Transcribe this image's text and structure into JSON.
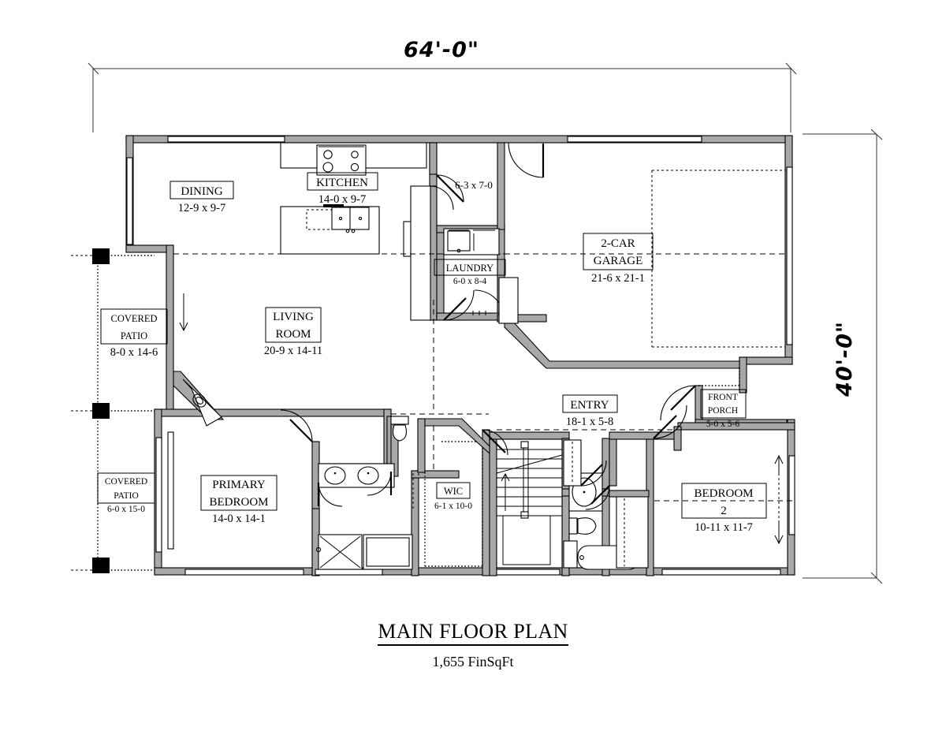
{
  "sheet": {
    "title": "MAIN FLOOR PLAN",
    "subtitle": "1,655 FinSqFt"
  },
  "dimensions": {
    "overall_width": "64'-0\"",
    "overall_depth": "40'-0\""
  },
  "rooms": [
    {
      "key": "dining",
      "name": "DINING",
      "size": "12-9 x 9-7",
      "boxed": true
    },
    {
      "key": "kitchen",
      "name": "KITCHEN",
      "size": "14-0 x 9-7",
      "boxed": true
    },
    {
      "key": "mudroom",
      "name": "",
      "size": "6-3 x 7-0",
      "boxed": false
    },
    {
      "key": "garage",
      "name": "2-CAR GARAGE",
      "size": "21-6 x 21-1",
      "boxed": true
    },
    {
      "key": "laundry",
      "name": "LAUNDRY",
      "size": "6-0 x 8-4",
      "boxed": true
    },
    {
      "key": "living",
      "name": "LIVING ROOM",
      "size": "20-9 x 14-11",
      "boxed": true
    },
    {
      "key": "patio_upper",
      "name": "COVERED PATIO",
      "size": "8-0 x 14-6",
      "boxed": true
    },
    {
      "key": "patio_lower",
      "name": "COVERED PATIO",
      "size": "6-0 x 15-0",
      "boxed": true
    },
    {
      "key": "primary",
      "name": "PRIMARY BEDROOM",
      "size": "14-0 x 14-1",
      "boxed": true
    },
    {
      "key": "wic",
      "name": "WIC",
      "size": "6-1 x 10-0",
      "boxed": true
    },
    {
      "key": "entry",
      "name": "ENTRY",
      "size": "18-1 x 5-8",
      "boxed": true
    },
    {
      "key": "front_porch",
      "name": "FRONT PORCH",
      "size": "5-0 x 5-6",
      "boxed": true
    },
    {
      "key": "bedroom2",
      "name": "BEDROOM 2",
      "size": "10-11 x 11-7",
      "boxed": true
    }
  ],
  "labels": {
    "dining_name": "DINING",
    "dining_size": "12-9 x 9-7",
    "kitchen_name": "KITCHEN",
    "kitchen_size": "14-0 x 9-7",
    "mudroom_size": "6-3 x 7-0",
    "garage_name_1": "2-CAR",
    "garage_name_2": "GARAGE",
    "garage_size": "21-6 x 21-1",
    "laundry_name": "LAUNDRY",
    "laundry_size": "6-0 x 8-4",
    "living_name_1": "LIVING",
    "living_name_2": "ROOM",
    "living_size": "20-9 x 14-11",
    "patio_u_name_1": "COVERED",
    "patio_u_name_2": "PATIO",
    "patio_u_size": "8-0 x 14-6",
    "patio_l_name_1": "COVERED",
    "patio_l_name_2": "PATIO",
    "patio_l_size": "6-0 x 15-0",
    "primary_name_1": "PRIMARY",
    "primary_name_2": "BEDROOM",
    "primary_size": "14-0 x 14-1",
    "wic_name": "WIC",
    "wic_size": "6-1 x 10-0",
    "entry_name": "ENTRY",
    "entry_size": "18-1 x 5-8",
    "porch_name_1": "FRONT",
    "porch_name_2": "PORCH",
    "porch_size": "5-0 x 5-6",
    "bed2_name_1": "BEDROOM",
    "bed2_name_2": "2",
    "bed2_size": "10-11 x 11-7"
  },
  "fixtures": [
    "range-4-burner",
    "double-sink-island",
    "dishwasher",
    "laundry-sink",
    "washer-dryer",
    "corner-fireplace",
    "double-vanity",
    "toilet",
    "shower-pan",
    "soaking-tub",
    "bathtub",
    "oval-sink",
    "staircase-up"
  ],
  "colors": {
    "wall_fill": "#a8a8a8",
    "line": "#000000",
    "background": "#ffffff",
    "dimension_line": "#333333"
  }
}
